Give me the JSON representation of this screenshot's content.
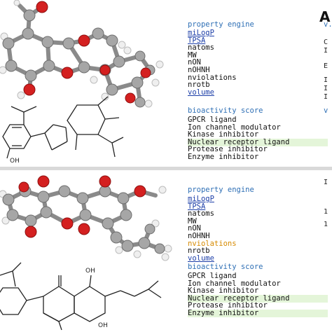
{
  "top": {
    "logo": "A",
    "section1_title": "property engine",
    "section1_col2": "v.",
    "properties": [
      {
        "label": "miLogP",
        "style": "link"
      },
      {
        "label": "TPSA",
        "style": "link"
      },
      {
        "label": "natoms",
        "style": "plain"
      },
      {
        "label": "MW",
        "style": "plain"
      },
      {
        "label": "nON",
        "style": "plain"
      },
      {
        "label": "nOHNH",
        "style": "plain"
      },
      {
        "label": "nviolations",
        "style": "plain"
      },
      {
        "label": "nrotb",
        "style": "plain"
      },
      {
        "label": "volume",
        "style": "link"
      }
    ],
    "section2_title": "bioactivity score",
    "section2_col2": "v",
    "bioactivity": [
      {
        "label": "GPCR ligand",
        "highlight": false
      },
      {
        "label": "Ion channel modulator",
        "highlight": false
      },
      {
        "label": "Kinase inhibitor",
        "highlight": false
      },
      {
        "label": "Nuclear receptor ligand",
        "highlight": true
      },
      {
        "label": "Protease inhibitor",
        "highlight": false
      },
      {
        "label": "Enzyme inhibitor",
        "highlight": false
      }
    ],
    "oh_label": "OH"
  },
  "bottom": {
    "section1_title": "property engine",
    "properties": [
      {
        "label": "miLogP",
        "style": "link"
      },
      {
        "label": "TPSA",
        "style": "link"
      },
      {
        "label": "natoms",
        "style": "plain"
      },
      {
        "label": "MW",
        "style": "plain"
      },
      {
        "label": "nON",
        "style": "plain"
      },
      {
        "label": "nOHNH",
        "style": "plain"
      },
      {
        "label": "nviolations",
        "style": "orange"
      },
      {
        "label": "nrotb",
        "style": "plain"
      },
      {
        "label": "volume",
        "style": "link"
      }
    ],
    "section2_title": "bioactivity score",
    "bioactivity": [
      {
        "label": "GPCR ligand",
        "highlight": false
      },
      {
        "label": "Ion channel modulator",
        "highlight": false
      },
      {
        "label": "Kinase inhibitor",
        "highlight": false
      },
      {
        "label": "Nuclear receptor ligand",
        "highlight": true
      },
      {
        "label": "Protease inhibitor",
        "highlight": false
      },
      {
        "label": "Enzyme inhibitor",
        "highlight": true
      }
    ],
    "oh_label_1": "OH",
    "oh_label_2": "OH"
  },
  "colors": {
    "heading": "#2e6fb5",
    "link": "#1d3fa8",
    "warning": "#d68a00",
    "highlight": "#e4f5d9",
    "carbon": "#9a9a9a",
    "oxygen": "#d42020",
    "hydrogen": "#f2f2f2"
  }
}
